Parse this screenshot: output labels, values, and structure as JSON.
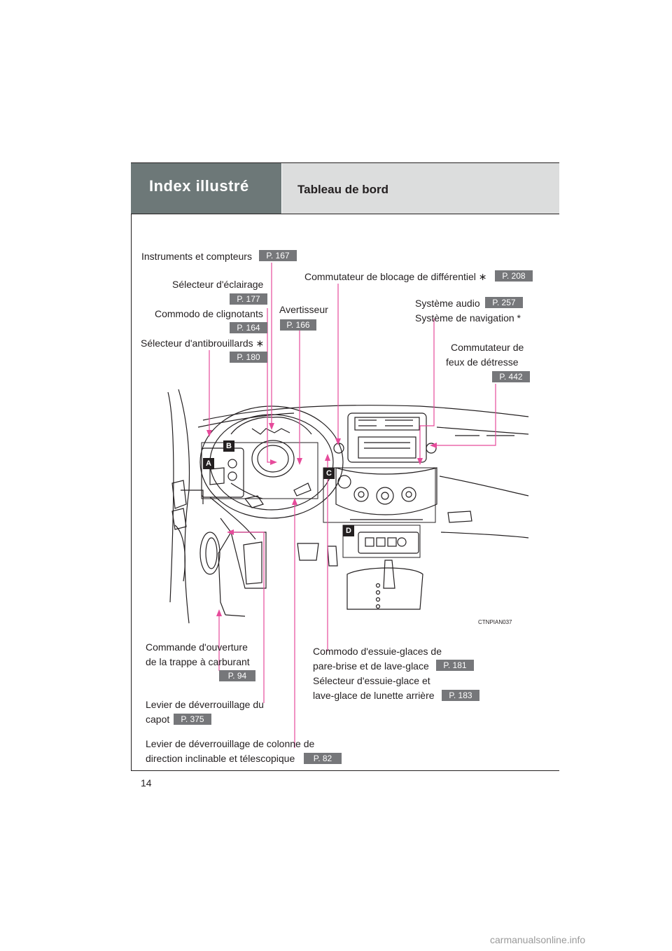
{
  "header": {
    "section_title": "Index illustré",
    "sub_title": "Tableau de bord"
  },
  "labels": {
    "instruments": {
      "text": "Instruments et compteurs",
      "page": "P. 167"
    },
    "eclairage": {
      "text": "Sélecteur d'éclairage",
      "page": "P. 177"
    },
    "clignotants": {
      "text": "Commodo de clignotants",
      "page": "P. 164"
    },
    "antibrouillards": {
      "text": "Sélecteur d'antibrouillards ",
      "mark": "∗",
      "page": "P. 180"
    },
    "avertisseur": {
      "text": "Avertisseur",
      "page": "P. 166"
    },
    "blocage": {
      "text": "Commutateur de blocage de différentiel ",
      "mark": "∗",
      "page": "P. 208"
    },
    "audio": {
      "text": "Système audio",
      "page": "P. 257"
    },
    "navigation": {
      "text": "Système de navigation *"
    },
    "detresse": {
      "line1": "Commutateur de",
      "line2": "feux de détresse",
      "page": "P. 442"
    },
    "carburant": {
      "line1": "Commande d'ouverture",
      "line2": "de la trappe à carburant",
      "page": "P. 94"
    },
    "capot": {
      "line1": "Levier de déverrouillage du",
      "line2": "capot",
      "page": "P. 375"
    },
    "colonne": {
      "line1": "Levier de déverrouillage de colonne de",
      "line2": "direction inclinable et télescopique",
      "page": "P. 82"
    },
    "essuie": {
      "line1": "Commodo d'essuie-glaces de",
      "line2": "pare-brise et de lave-glace",
      "page": "P. 181"
    },
    "arriere": {
      "line1": "Sélecteur d'essuie-glace et",
      "line2": "lave-glace de lunette arrière",
      "page": "P. 183"
    }
  },
  "illustration": {
    "callouts": [
      "A",
      "B",
      "C",
      "D"
    ],
    "caption": "CTNPIAN037"
  },
  "page_number": "14",
  "watermark": "carmanualsonline.info",
  "colors": {
    "header_dark": "#6d7878",
    "header_light": "#dcdddd",
    "page_badge": "#76777a",
    "leader_line": "#e64b9b"
  }
}
